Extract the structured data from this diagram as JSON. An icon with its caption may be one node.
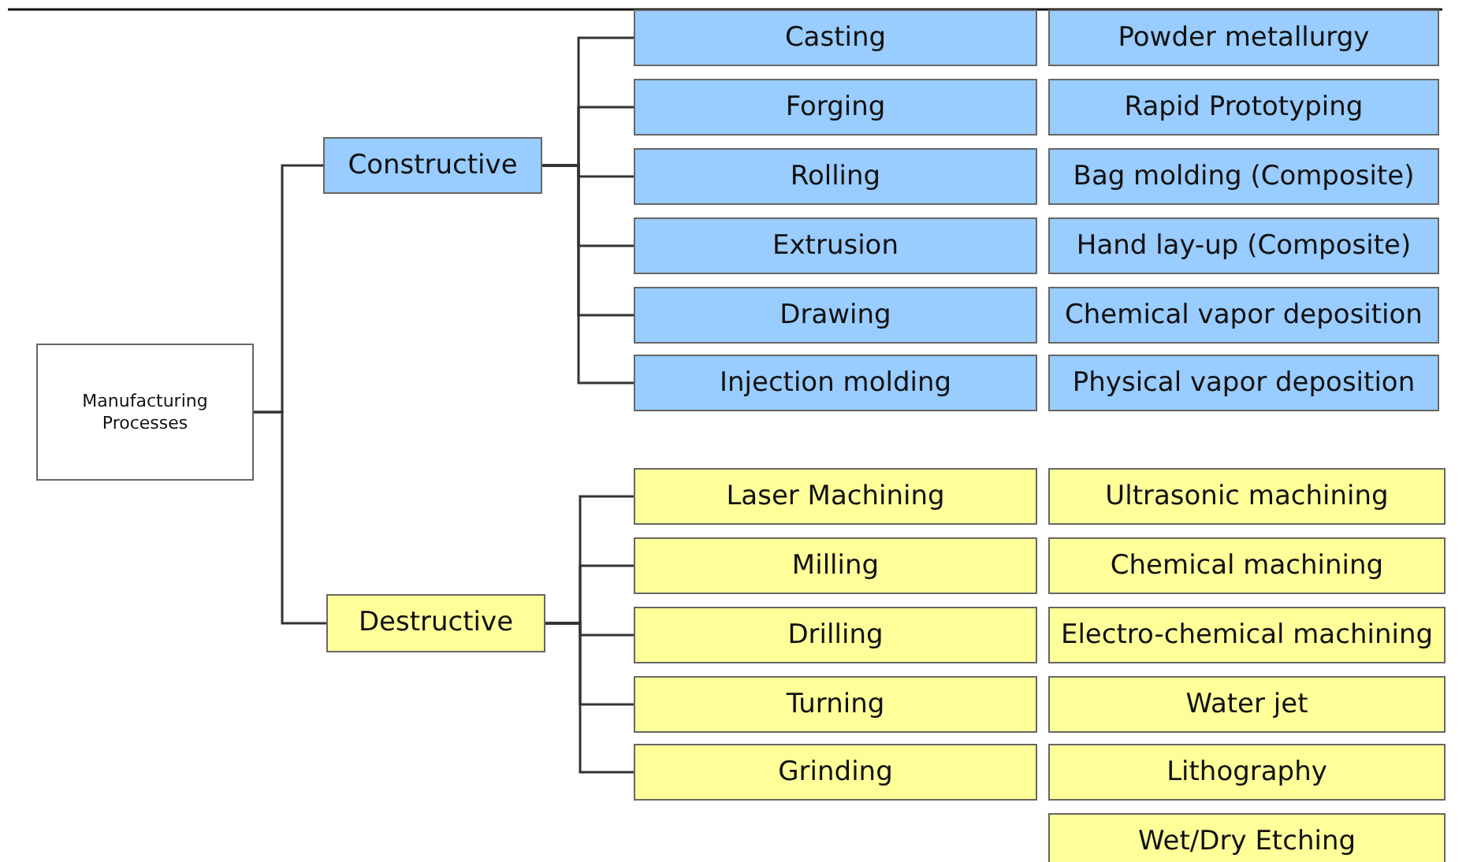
{
  "diagram": {
    "nodes": [
      {
        "text": [
          "Manufacturing Processes"
        ]
      },
      {
        "text": [
          "Constructive"
        ]
      },
      {
        "text": [
          "Casting"
        ]
      },
      {
        "text": [
          "Forging"
        ]
      },
      {
        "text": [
          "Rolling"
        ]
      },
      {
        "text": [
          "Extrusion"
        ]
      },
      {
        "text": [
          "Drawing"
        ]
      },
      {
        "text": [
          "Injection molding"
        ]
      },
      {
        "text": [
          "Powder metallurgy"
        ]
      },
      {
        "text": [
          "Rapid Prototyping"
        ]
      },
      {
        "text": [
          "Bag molding (Composite)"
        ]
      },
      {
        "text": [
          "Hand lay-up (Composite)"
        ]
      },
      {
        "text": [
          "Chemical vapor deposition"
        ]
      },
      {
        "text": [
          "Physical vapor deposition"
        ]
      },
      {
        "text": [
          "Destructive"
        ]
      },
      {
        "text": [
          "Laser Machining"
        ]
      },
      {
        "text": [
          "Milling"
        ]
      },
      {
        "text": [
          "Drilling"
        ]
      },
      {
        "text": [
          "Turning"
        ]
      },
      {
        "text": [
          "Grinding"
        ]
      },
      {
        "text": [
          "Ultrasonic machining"
        ]
      },
      {
        "text": [
          "Chemical machining"
        ]
      },
      {
        "text": [
          "Electro-chemical machining"
        ]
      },
      {
        "text": [
          "Water jet"
        ]
      },
      {
        "text": [
          "Lithography"
        ]
      },
      {
        "text": [
          "Wet/Dry Etching"
        ]
      }
    ],
    "edges": [
      {
        "from": 0,
        "to": 1,
        "arrow": "none"
      },
      {
        "from": 0,
        "to": 14,
        "arrow": "none"
      },
      {
        "from": 1,
        "to": 2,
        "arrow": "none"
      },
      {
        "from": 1,
        "to": 3,
        "arrow": "none"
      },
      {
        "from": 1,
        "to": 4,
        "arrow": "none"
      },
      {
        "from": 1,
        "to": 5,
        "arrow": "none"
      },
      {
        "from": 1,
        "to": 6,
        "arrow": "none"
      },
      {
        "from": 1,
        "to": 7,
        "arrow": "none"
      },
      {
        "from": 14,
        "to": 15,
        "arrow": "none"
      },
      {
        "from": 14,
        "to": 16,
        "arrow": "none"
      },
      {
        "from": 14,
        "to": 17,
        "arrow": "none"
      },
      {
        "from": 14,
        "to": 18,
        "arrow": "none"
      },
      {
        "from": 14,
        "to": 19,
        "arrow": "none"
      }
    ]
  }
}
